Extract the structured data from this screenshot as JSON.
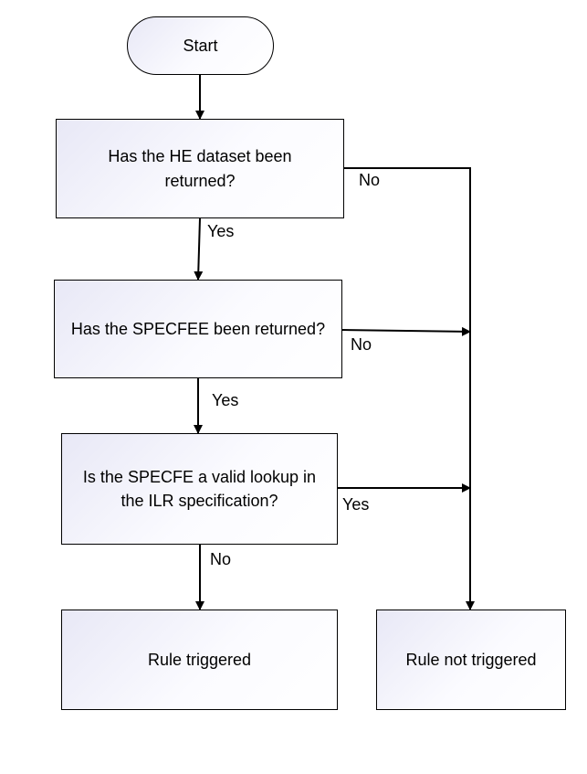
{
  "flowchart": {
    "start": "Start",
    "question_1": "Has the HE dataset been returned?",
    "question_2": "Has the SPECFEE been returned?",
    "question_3": "Is the SPECFE a valid lookup in the ILR specification?",
    "outcome_triggered": "Rule triggered",
    "outcome_not_triggered": "Rule not triggered"
  },
  "edges": {
    "q1_yes": "Yes",
    "q1_no": "No",
    "q2_yes": "Yes",
    "q2_no": "No",
    "q3_yes": "Yes",
    "q3_no": "No"
  }
}
